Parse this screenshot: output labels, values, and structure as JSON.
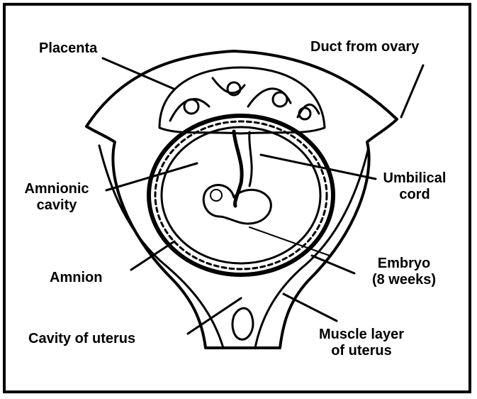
{
  "labels": {
    "placenta": "Placenta",
    "duct_from_ovary": "Duct from ovary",
    "amnionic_cavity_line1": "Amnionic",
    "amnionic_cavity_line2": "cavity",
    "umbilical_cord_line1": "Umbilical",
    "umbilical_cord_line2": "cord",
    "amnion": "Amnion",
    "embryo_line1": "Embryo",
    "embryo_line2": "(8 weeks)",
    "cavity_of_uterus": "Cavity of uterus",
    "muscle_layer_line1": "Muscle layer",
    "muscle_layer_line2": "of uterus"
  },
  "colors": {
    "ink": "#000000",
    "paper": "#ffffff"
  }
}
